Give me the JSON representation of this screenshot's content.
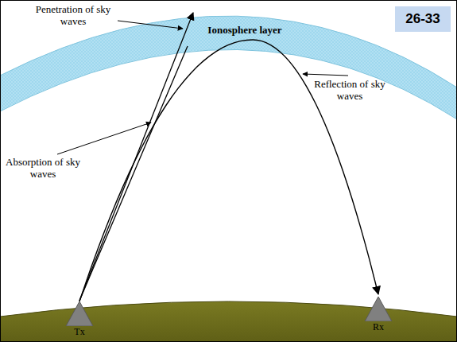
{
  "diagram": {
    "nodes": [
      {
        "text": [
          "26-33"
        ]
      },
      {
        "text": [
          "Ionosphere layer"
        ]
      },
      {
        "text": [
          "Tx"
        ]
      },
      {
        "text": [
          "Rx"
        ]
      }
    ],
    "edges": [
      {
        "from": 2,
        "to": 3,
        "arrow": "to"
      }
    ],
    "labels": [
      "Penetration of sky waves",
      "Reflection of sky waves",
      "Absorption of sky waves"
    ]
  }
}
